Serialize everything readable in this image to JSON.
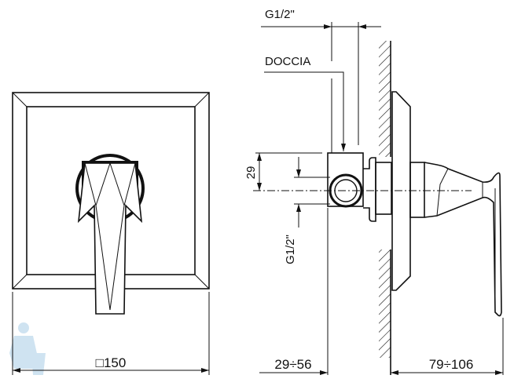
{
  "front_view": {
    "width_label": "□150"
  },
  "side_view": {
    "outlet_label": "DOCCIA",
    "thread_top_label": "G1/2\"",
    "thread_side_label": "G1/2\"",
    "offset_label": "29",
    "depth_wall_label": "29÷56",
    "depth_out_label": "79÷106"
  },
  "colors": {
    "line": "#111111",
    "watermark": "#a9cde6"
  }
}
